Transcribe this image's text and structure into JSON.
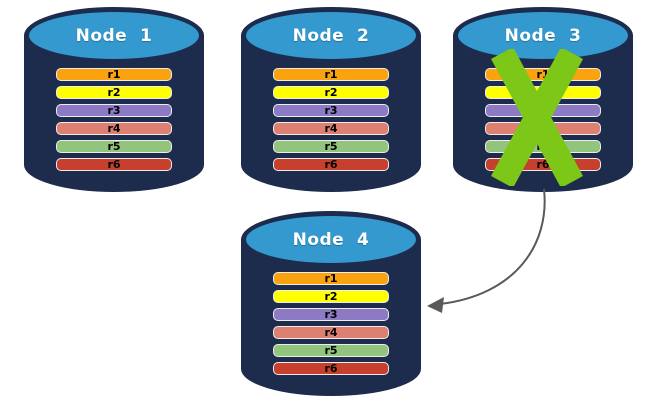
{
  "diagram": {
    "nodes": [
      {
        "label": "Node  1",
        "status": "healthy",
        "partitions": [
          "r1",
          "r2",
          "r3",
          "r4",
          "r5",
          "r6"
        ]
      },
      {
        "label": "Node  2",
        "status": "healthy",
        "partitions": [
          "r1",
          "r2",
          "r3",
          "r4",
          "r5",
          "r6"
        ]
      },
      {
        "label": "Node  3",
        "status": "failed",
        "partitions": [
          "r1",
          "r2",
          "r3",
          "r4",
          "r5",
          "r6"
        ]
      },
      {
        "label": "Node  4",
        "status": "healthy",
        "partitions": [
          "r1",
          "r2",
          "r3",
          "r4",
          "r5",
          "r6"
        ]
      }
    ],
    "arrow": {
      "from": "Node 3",
      "to": "Node 4"
    },
    "partition_colors": {
      "r1": "#FBA30F",
      "r2": "#FFFF00",
      "r3": "#8C7BC4",
      "r4": "#DD8071",
      "r5": "#93C47D",
      "r6": "#C7402E"
    },
    "colors": {
      "cylinder_body": "#1D2B4C",
      "cylinder_top": "#3399CE",
      "failure_x": "#7CC717",
      "arrow": "#595959",
      "bar_border": "#EDEDED",
      "bar_text": "#000000",
      "title_text": "#FFFFFF",
      "background": "#FFFFFF"
    }
  }
}
